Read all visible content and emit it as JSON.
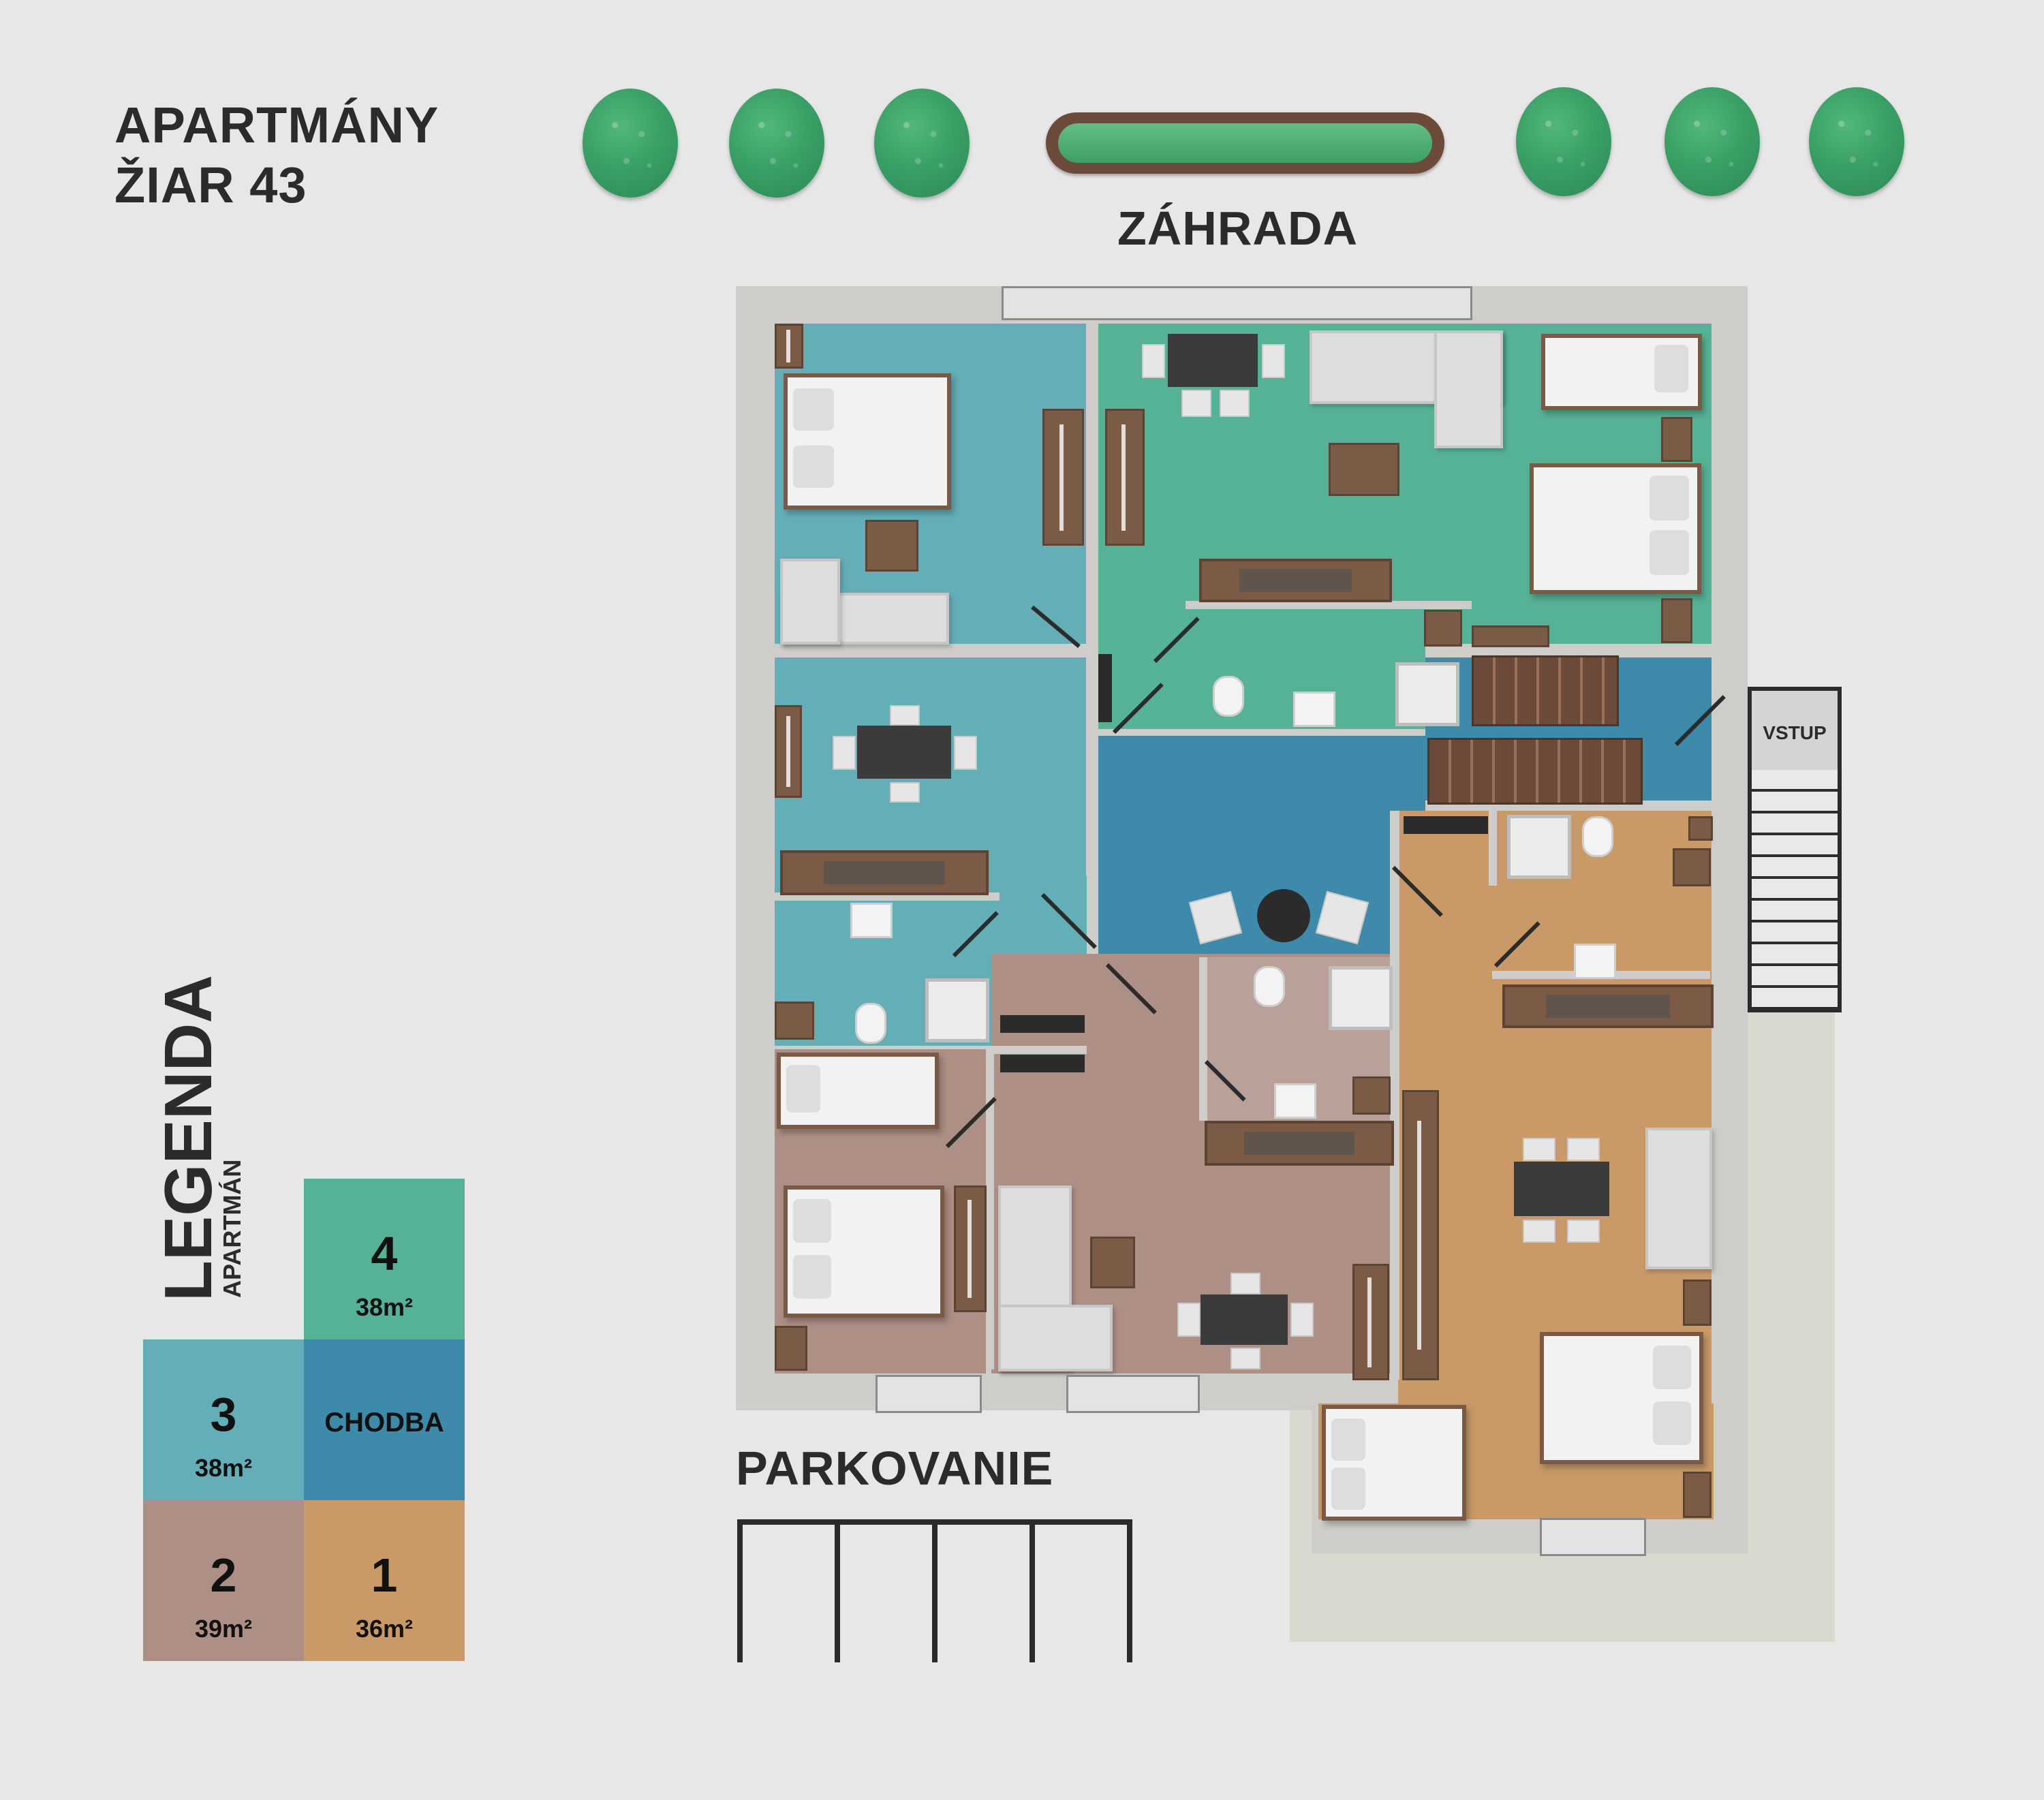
{
  "title": {
    "line1": "APARTMÁNY",
    "line2": "ŽIAR 43"
  },
  "garden_label": "ZÁHRADA",
  "parking_label": "PARKOVANIE",
  "entrance_label": "VSTUP",
  "legend": {
    "title": "LEGENDA",
    "subtitle": "APARTMÁN",
    "items": [
      {
        "number": "4",
        "area": "38m²",
        "color": "#56b296"
      },
      {
        "number": "3",
        "area": "38m²",
        "color": "#63aeb7"
      },
      {
        "label": "CHODBA",
        "color": "#3e8aaa"
      },
      {
        "number": "2",
        "area": "39m²",
        "color": "#ad8f86"
      },
      {
        "number": "1",
        "area": "36m²",
        "color": "#c99a67"
      }
    ]
  },
  "icons": [
    "tree-icon",
    "planter-icon",
    "bed-icon",
    "sofa-icon",
    "dining-table-icon",
    "kitchen-icon",
    "toilet-icon",
    "shower-icon",
    "stairs-icon"
  ]
}
